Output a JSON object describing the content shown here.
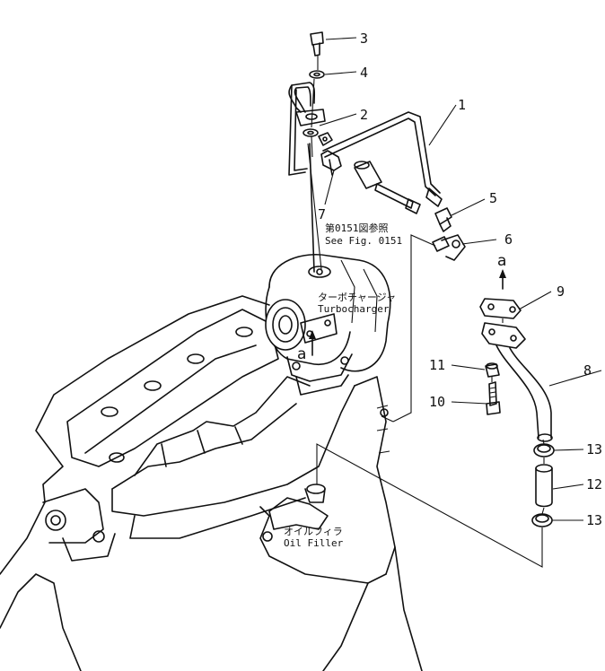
{
  "callouts": {
    "c1": "1",
    "c2": "2",
    "c3": "3",
    "c4": "4",
    "c5": "5",
    "c6": "6",
    "c7": "7",
    "c8": "8",
    "c9": "9",
    "c10": "10",
    "c11": "11",
    "c12": "12",
    "c13a": "13",
    "c13b": "13"
  },
  "notes": {
    "ref_jp": "第0151図参照",
    "ref_en": "See Fig. 0151",
    "turbo_jp": "ターボチャージャ",
    "turbo_en": "Turbocharger",
    "filler_jp": "オイルフィラ",
    "filler_en": "Oil Filler"
  },
  "view_markers": {
    "top": "a",
    "flange": "a"
  }
}
